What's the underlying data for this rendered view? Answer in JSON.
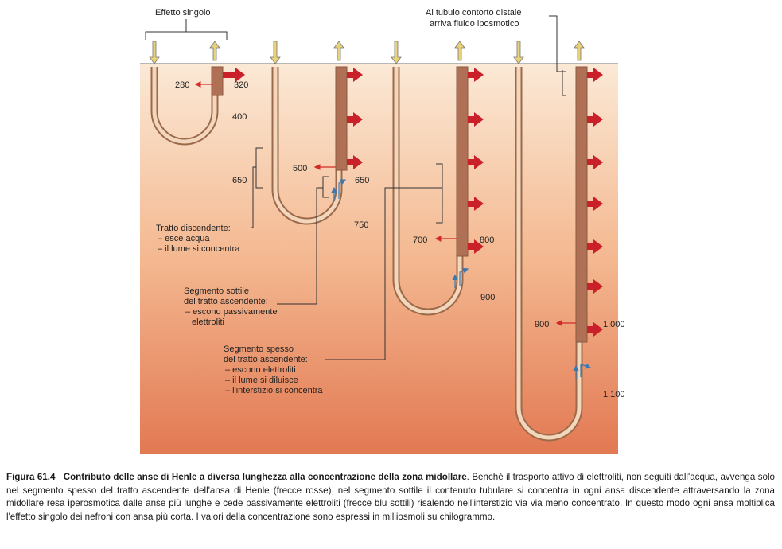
{
  "labels": {
    "effetto_singolo": "Effetto singolo",
    "tubulo_line1": "Al tubulo contorto distale",
    "tubulo_line2": "arriva fluido iposmotico",
    "discendente": [
      "Tratto discendente:",
      "– esce acqua",
      "– il lume si concentra"
    ],
    "sottile": [
      "Segmento sottile",
      "del tratto ascendente:",
      "– escono passivamente",
      "elettroliti"
    ],
    "spesso": [
      "Segmento spesso",
      "del tratto ascendente:",
      "– escono elettroliti",
      "– il lume si diluisce",
      "– l'interstizio si concentra"
    ]
  },
  "values": {
    "loop1_inside": "280",
    "loop1_outside": "320",
    "v400": "400",
    "v650_left": "650",
    "loop2_inside": "500",
    "loop2_outside": "650",
    "v750": "750",
    "loop3_inside": "700",
    "loop3_outside": "800",
    "v900": "900",
    "loop4_inside": "900",
    "loop4_outside": "1.000",
    "v1100": "1.100"
  },
  "caption": {
    "label": "Figura 61.4",
    "title": "Contributo delle anse di Henle a diversa lunghezza alla concentrazione della zona midollare",
    "text": ". Benché il trasporto attivo di elettroliti, non seguiti dall'acqua, avvenga solo nel segmento spesso del tratto ascendente dell'ansa di Henle (frecce rosse), nel segmento sottile il contenuto tubulare si concentra in ogni ansa discendente attraversando la zona midollare resa iperosmotica dalle anse più lunghe e cede passivamente elettroliti (frecce blu sottili) risalendo nell'interstizio via via meno concentrato. In questo modo ogni ansa moltiplica l'effetto singolo dei nefroni con ansa più corta. I valori della concentrazione sono espressi in milliosmoli su chilogrammo."
  },
  "colors": {
    "bg_top": "#fbe7d3",
    "bg_bottom": "#e07a55",
    "tubule": "#9c6a4a",
    "red_arrow": "#c9202a",
    "yellow_arrow": "#e8d27a",
    "blue_arrow": "#3a78b0"
  }
}
